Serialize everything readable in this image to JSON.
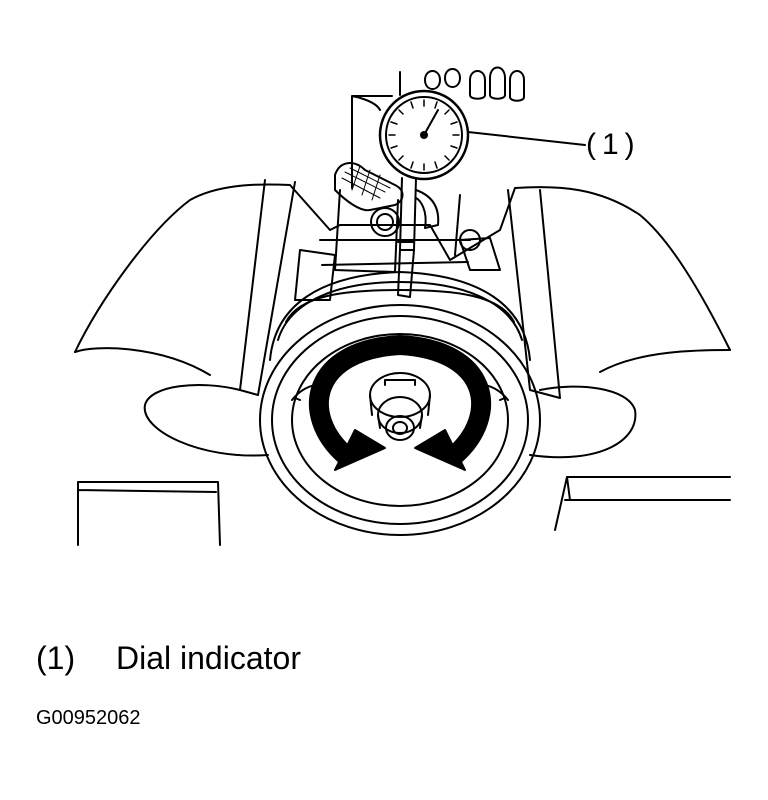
{
  "callout": {
    "label": "(1)"
  },
  "legend": [
    {
      "number": "(1)",
      "text": "Dial indicator"
    }
  ],
  "figure_id": "G00952062",
  "colors": {
    "line": "#000000",
    "background": "#ffffff"
  },
  "icons": [
    "rotation-arrow-icon",
    "dial-gauge-icon"
  ]
}
